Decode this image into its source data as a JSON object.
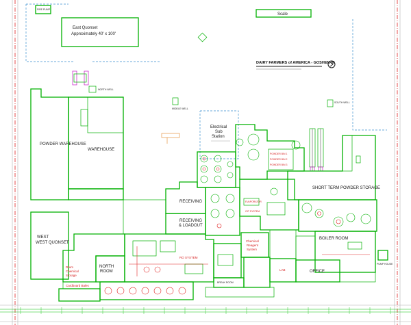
{
  "labels": {
    "fire_pump": "FIRE PUMP",
    "scale": "Scale",
    "east_quonset_1": "East Quonset",
    "east_quonset_2": "Approximately 40' x 100'",
    "company_title": "DAIRY FARMERS of AMERICA - GOSHEN IN",
    "north_well": "NORTH WELL",
    "middle_well": "MIDDLE WELL",
    "south_well": "SOUTH WELL",
    "powder_warehouse": "POWDER WAREHOUSE",
    "warehouse": "WAREHOUSE",
    "west_quonset": "WEST QUONSET",
    "electrical_1": "Electrical",
    "electrical_2": "Sub",
    "electrical_3": "Station",
    "short_term_powder_storage": "SHORT TERM POWDER STORAGE",
    "receiving": "RECEIVING",
    "receiving_loadout_1": "RECEIVING",
    "receiving_loadout_2": "& LOADOUT",
    "boiler_room": "BOILER ROOM",
    "chemical_reagent_1": "Chemical",
    "chemical_reagent_2": "Reagent",
    "chemical_reagent_3": "System",
    "ro_system": "RO SYSTEM",
    "drum_storage_1": "Drum",
    "drum_storage_2": "Chemical",
    "drum_storage_3": "Storage",
    "north_room_1": "NORTH",
    "north_room_2": "ROOM",
    "cardboard_bales": "Cardboard Bales",
    "office": "OFFICE",
    "lab": "LAB",
    "break_room": "BREAK ROOM"
  },
  "colors": {
    "wall": "#00b000",
    "boundary": "#3a8fd0",
    "property_line": "#e02020",
    "equipment_text": "#d62020",
    "silo_cap": "#cc33cc"
  }
}
